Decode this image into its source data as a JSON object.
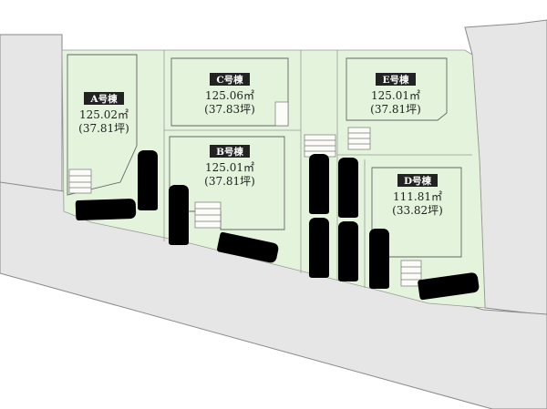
{
  "lots": [
    {
      "id": "A",
      "label": "A号棟",
      "area": "125.02㎡",
      "tsubo": "(37.81坪)"
    },
    {
      "id": "B",
      "label": "B号棟",
      "area": "125.01㎡",
      "tsubo": "(37.81坪)"
    },
    {
      "id": "C",
      "label": "C号棟",
      "area": "125.06㎡",
      "tsubo": "(37.83坪)"
    },
    {
      "id": "D",
      "label": "D号棟",
      "area": "111.81㎡",
      "tsubo": "(33.82坪)"
    },
    {
      "id": "E",
      "label": "E号棟",
      "area": "125.01㎡",
      "tsubo": "(37.81坪)"
    }
  ],
  "colors": {
    "lot_fill": "#e3f3dc",
    "road_fill": "#e6e6e6",
    "tag_fill": "#222222"
  }
}
